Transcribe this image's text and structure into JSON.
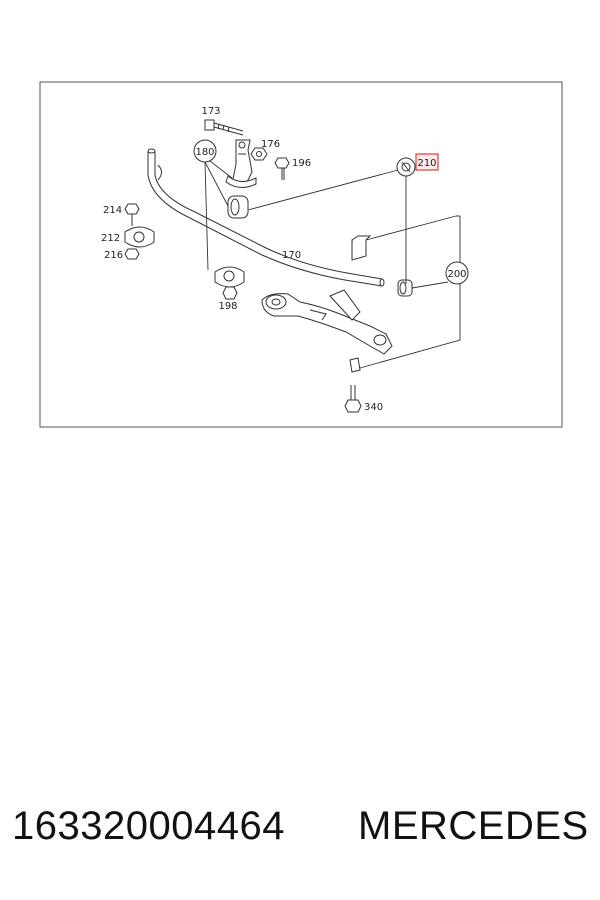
{
  "diagram": {
    "callouts": {
      "p173": "173",
      "p176": "176",
      "p196": "196",
      "p180": "180",
      "p210": "210",
      "p214": "214",
      "p212": "212",
      "p216": "216",
      "p170": "170",
      "p200": "200",
      "p198": "198",
      "p340": "340"
    },
    "highlight_color": "#e53935",
    "line_color": "#333333",
    "frame_color": "#555555"
  },
  "footer": {
    "part_number": "163320004464",
    "brand": "MERCEDES"
  }
}
